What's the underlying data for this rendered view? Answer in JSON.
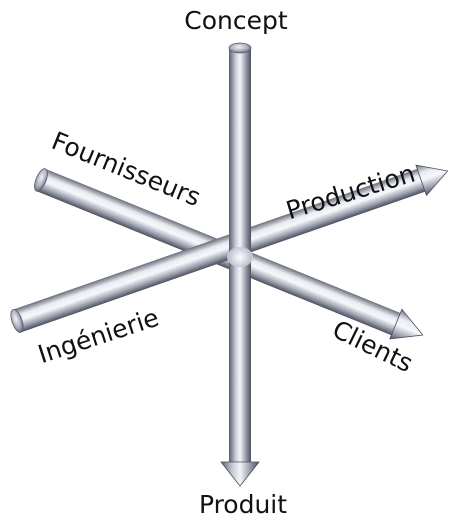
{
  "labels": {
    "top": "Concept",
    "bottom": "Produit",
    "upper_left": "Fournisseurs",
    "upper_right": "Production",
    "lower_left": "Ingénierie",
    "lower_right": "Clients"
  },
  "colors": {
    "rod_light": "#f4f5f9",
    "rod_mid": "#9ea2b0",
    "rod_dark": "#4b4f5c",
    "text": "#111111",
    "background": "#ffffff"
  }
}
